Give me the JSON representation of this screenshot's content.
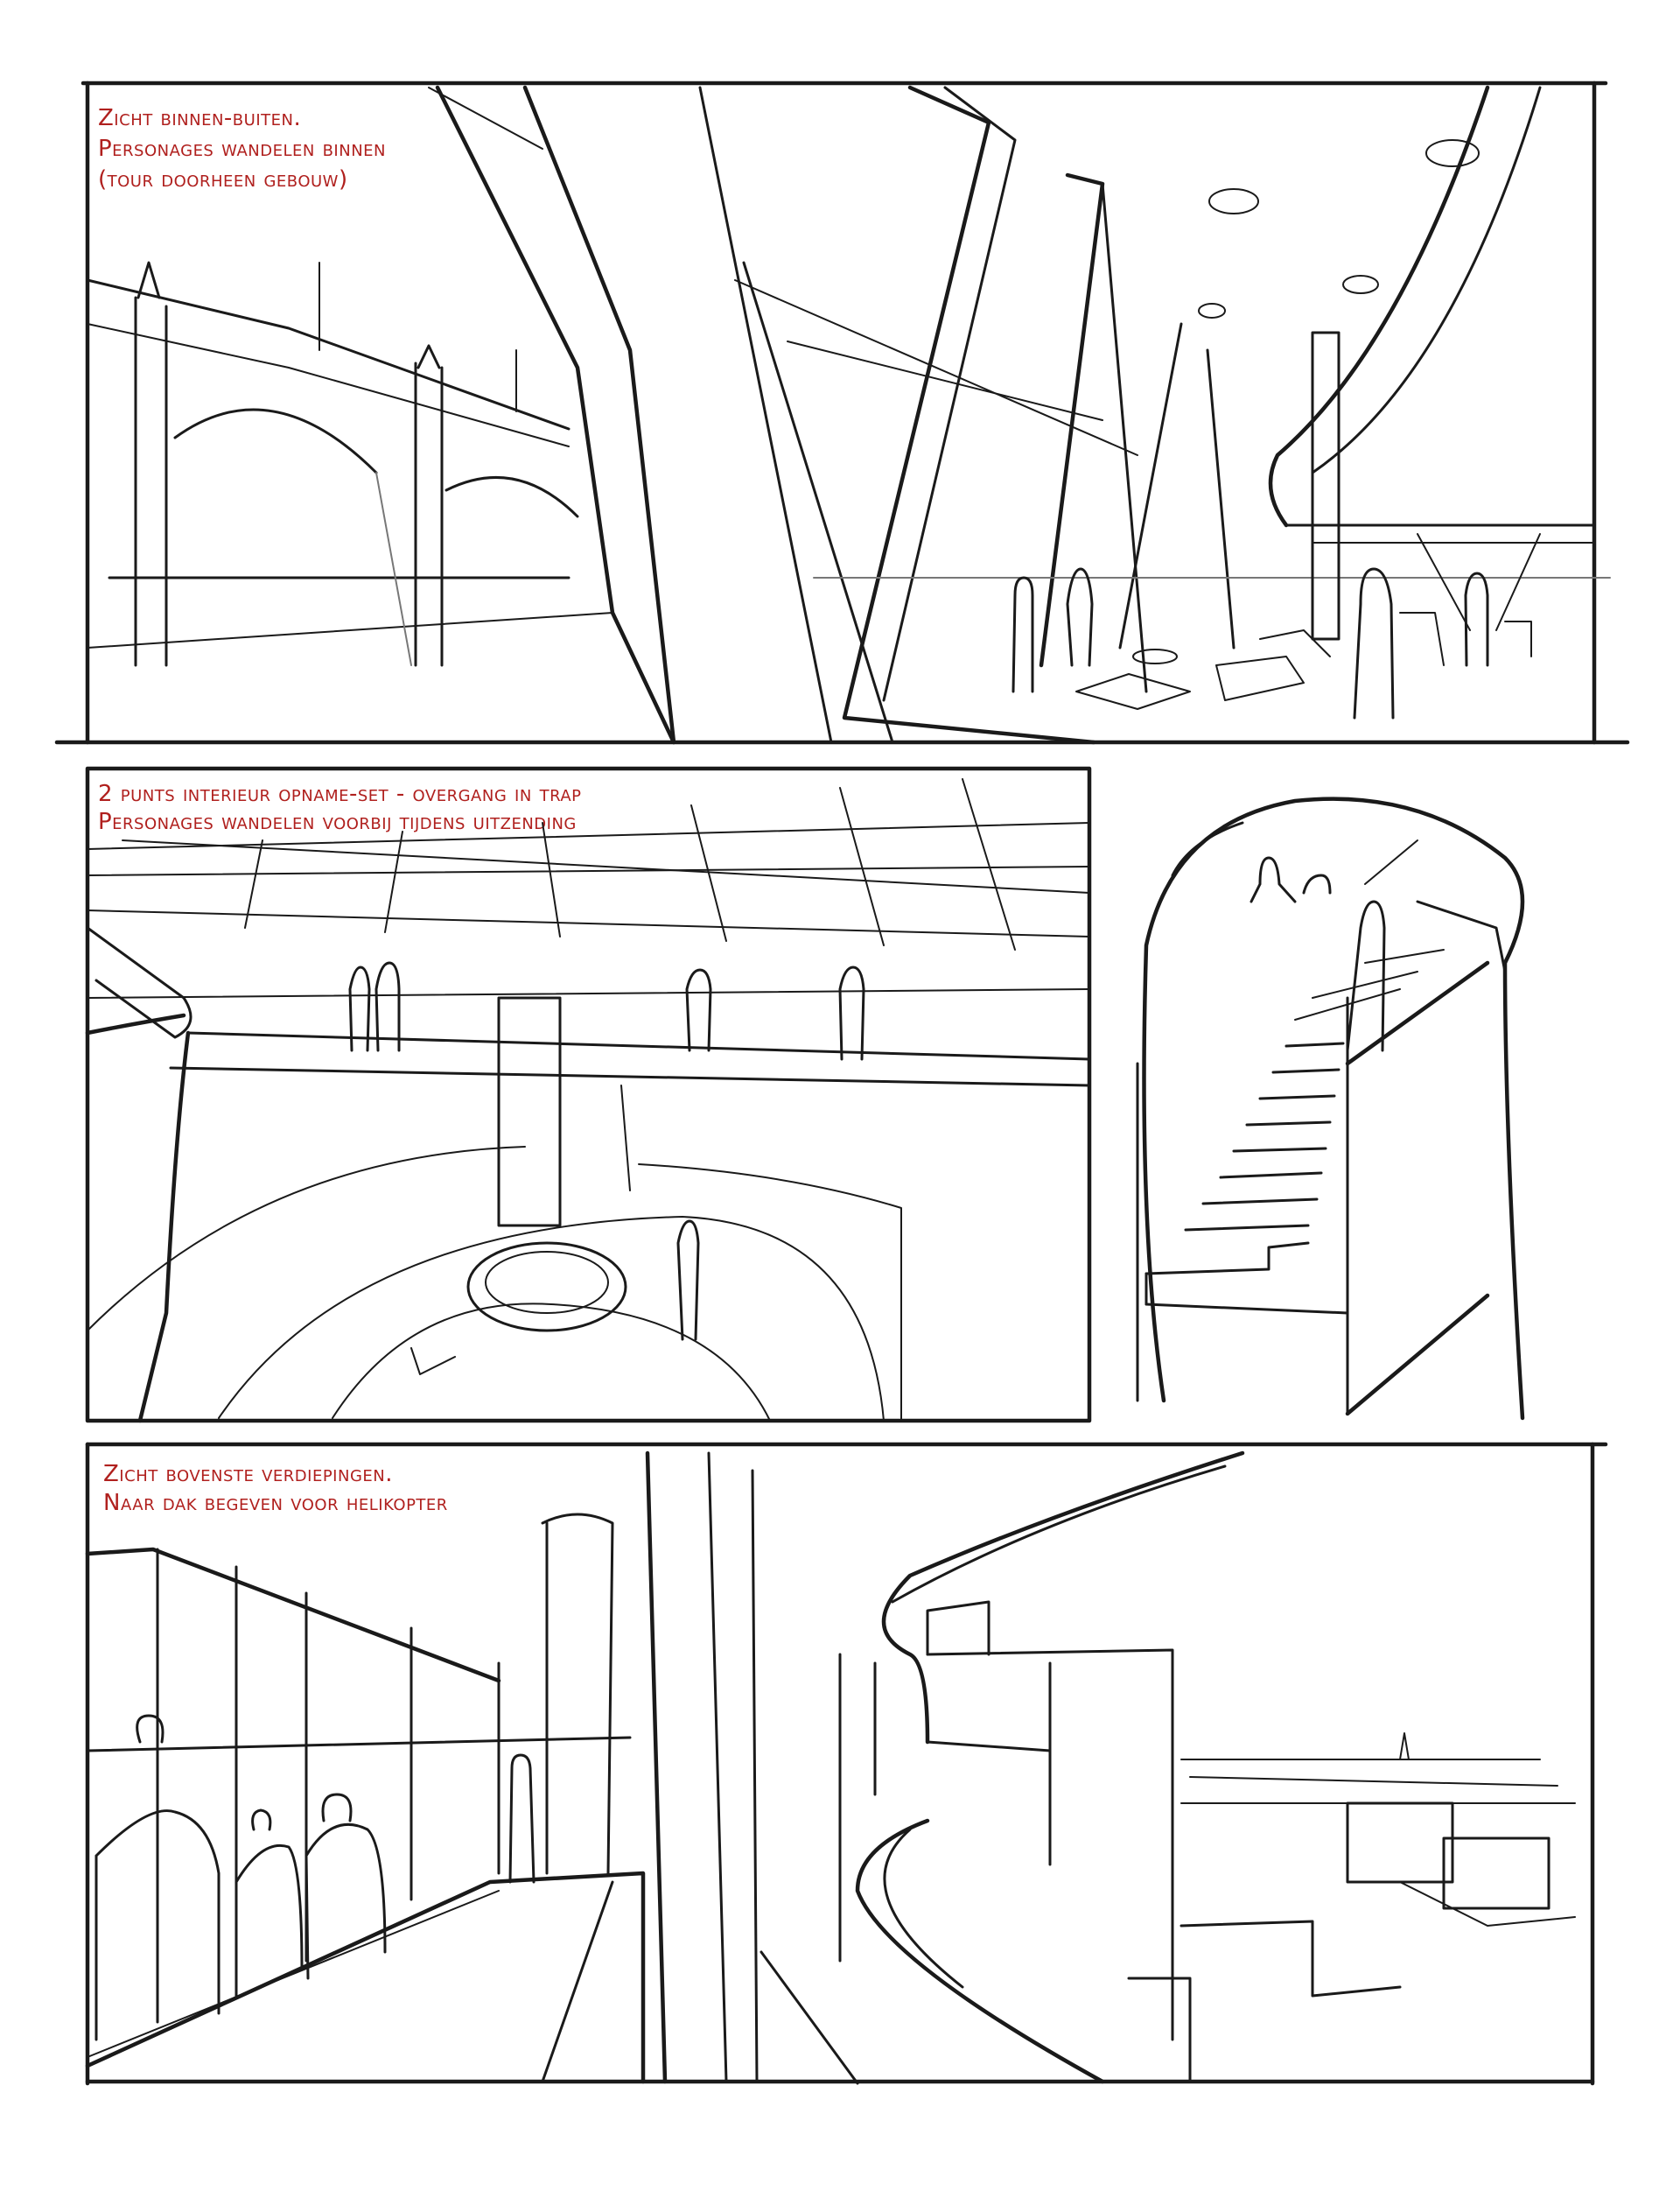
{
  "panels": [
    {
      "id": "panel-1",
      "note": [
        "Zicht binnen-buiten.",
        "Personages wandelen binnen",
        "(tour doorheen gebouw)"
      ]
    },
    {
      "id": "panel-2",
      "note": [
        "2 punts interieur opname-set - overgang in trap",
        "Personages wandelen voorbij tijdens uitzending"
      ]
    },
    {
      "id": "panel-3",
      "note": []
    },
    {
      "id": "panel-4",
      "note": [
        "Zicht bovenste verdiepingen.",
        "Naar dak begeven voor helikopter"
      ]
    }
  ],
  "colors": {
    "note": "#b0201e",
    "ink": "#1a1a1a",
    "paper": "#ffffff"
  }
}
